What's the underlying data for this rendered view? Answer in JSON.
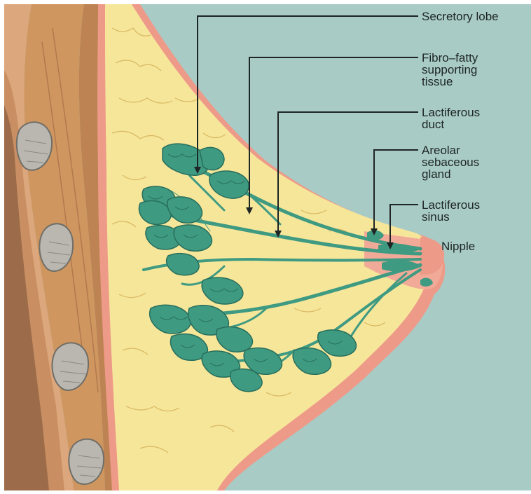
{
  "colors": {
    "background": "#a8cbc6",
    "skin": "#ee9a88",
    "skin_light": "#f6c1ae",
    "fat": "#f6e69a",
    "fat_lines": "#d9b861",
    "gland": "#3f9a82",
    "gland_dark": "#276e5c",
    "rib": "#b9b7b0",
    "muscle": "#c98f62",
    "chest": "#9b6b4a",
    "leader_line": "#1e2524"
  },
  "labels": {
    "secretory_lobe": "Secretory lobe",
    "fibro_fatty": [
      "Fibro–fatty",
      "supporting",
      "tissue"
    ],
    "lactiferous_duct": [
      "Lactiferous",
      "duct"
    ],
    "areolar_gland": [
      "Areolar",
      "sebaceous",
      "gland"
    ],
    "lactiferous_sinus": [
      "Lactiferous",
      "sinus"
    ],
    "nipple": "Nipple"
  }
}
